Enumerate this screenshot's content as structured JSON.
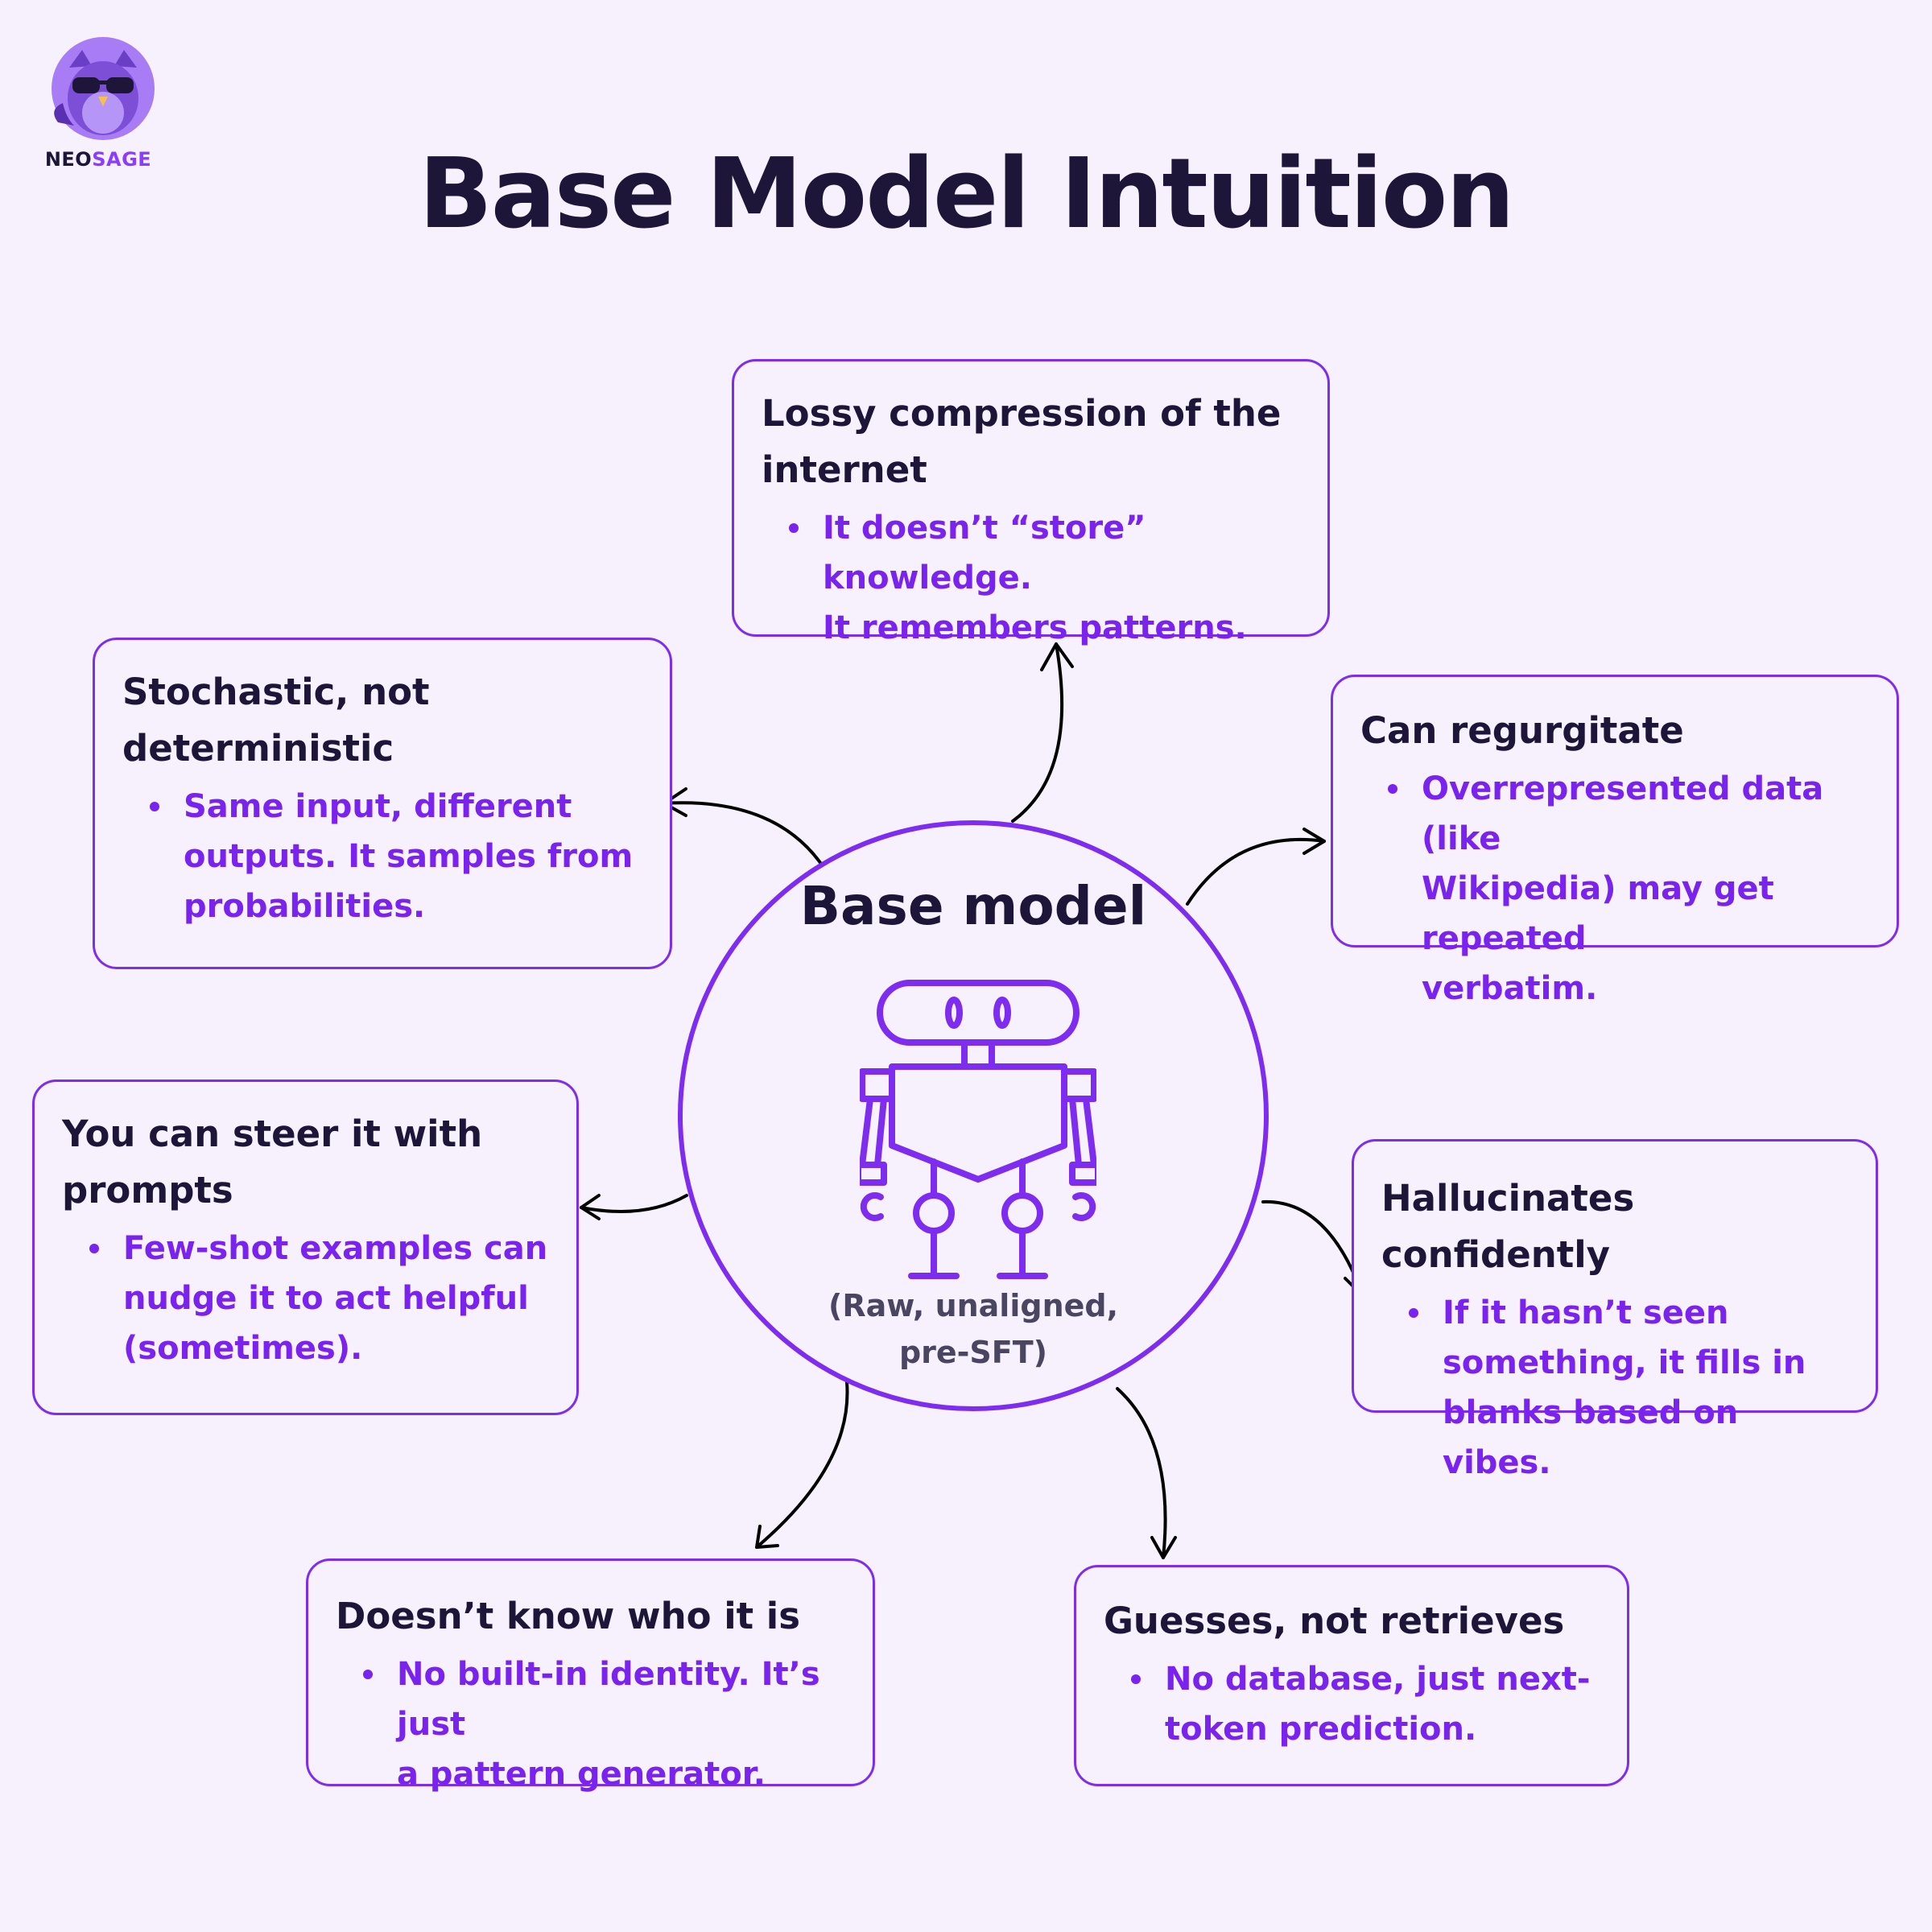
{
  "brand": {
    "logo_icon": "owl-with-sunglasses-icon",
    "name_part1": "NEO",
    "name_part2": "SAGE"
  },
  "title": "Base Model Intuition",
  "center": {
    "label": "Base model",
    "icon": "robot-icon",
    "note_line1": "(Raw, unaligned,",
    "note_line2": "pre-SFT)"
  },
  "nodes": [
    {
      "heading_line1": "Lossy compression of the",
      "heading_line2": "internet",
      "bullet_line1": "It doesn’t “store” knowledge.",
      "bullet_line2": "It remembers patterns."
    },
    {
      "heading_line1": "Stochastic, not",
      "heading_line2": "deterministic",
      "bullet_line1": "Same input, different",
      "bullet_line2": "outputs. It samples from",
      "bullet_line3": "probabilities."
    },
    {
      "heading_line1": "Can regurgitate",
      "bullet_line1": "Overrepresented data (like",
      "bullet_line2": "Wikipedia) may get repeated",
      "bullet_line3": "verbatim."
    },
    {
      "heading_line1": "You can steer it with",
      "heading_line2": "prompts",
      "bullet_line1": "Few-shot examples can",
      "bullet_line2": "nudge it to act helpful",
      "bullet_line3": "(sometimes)."
    },
    {
      "heading_line1": "Hallucinates confidently",
      "bullet_line1": "If it hasn’t seen",
      "bullet_line2": "something, it fills in",
      "bullet_line3": "blanks based on vibes."
    },
    {
      "heading_line1": "Doesn’t know who it is",
      "bullet_line1": "No built-in identity. It’s just",
      "bullet_line2": "a pattern generator."
    },
    {
      "heading_line1": "Guesses, not retrieves",
      "bullet_line1": "No database, just next-",
      "bullet_line2": "token prediction."
    }
  ],
  "colors": {
    "background": "#f6f1fd",
    "accent": "#7e2cf0",
    "bullet_text": "#7a22ee",
    "heading_text": "#1e1638",
    "arrow": "#000000"
  }
}
